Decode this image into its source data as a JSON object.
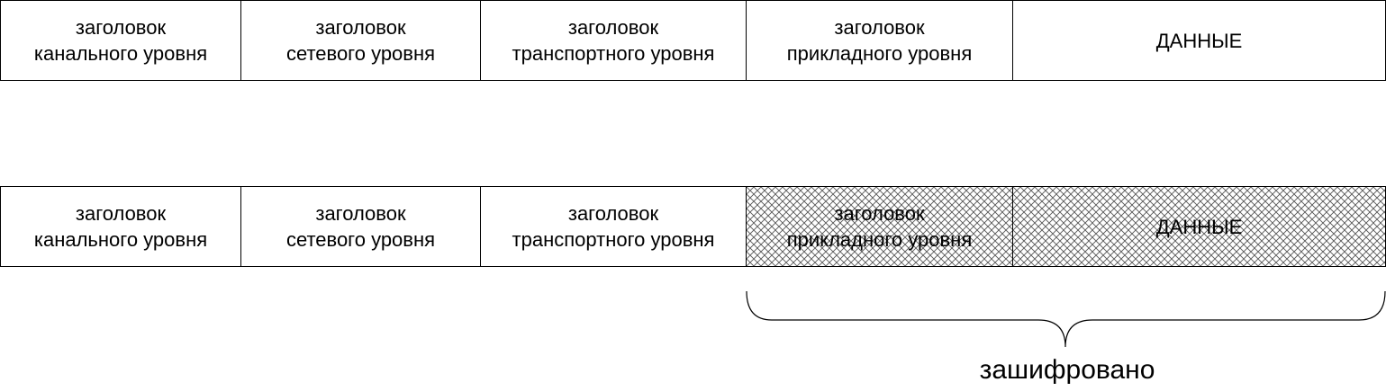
{
  "top_row": {
    "cells": [
      {
        "line1": "заголовок",
        "line2": "канального уровня"
      },
      {
        "line1": "заголовок",
        "line2": "сетевого уровня"
      },
      {
        "line1": "заголовок",
        "line2": "транспортного уровня"
      },
      {
        "line1": "заголовок",
        "line2": "прикладного уровня"
      },
      {
        "line1": "ДАННЫЕ",
        "line2": ""
      }
    ]
  },
  "bottom_row": {
    "cells": [
      {
        "line1": "заголовок",
        "line2": "канального уровня"
      },
      {
        "line1": "заголовок",
        "line2": "сетевого уровня"
      },
      {
        "line1": "заголовок",
        "line2": "транспортного уровня"
      },
      {
        "line1": "заголовок",
        "line2": "прикладного уровня"
      },
      {
        "line1": "ДАННЫЕ",
        "line2": ""
      }
    ],
    "encrypted_cells": [
      false,
      false,
      false,
      true,
      true
    ]
  },
  "brace_label": "зашифровано",
  "colors": {
    "stroke": "#000000",
    "background": "#ffffff",
    "hatch": "#555555"
  }
}
